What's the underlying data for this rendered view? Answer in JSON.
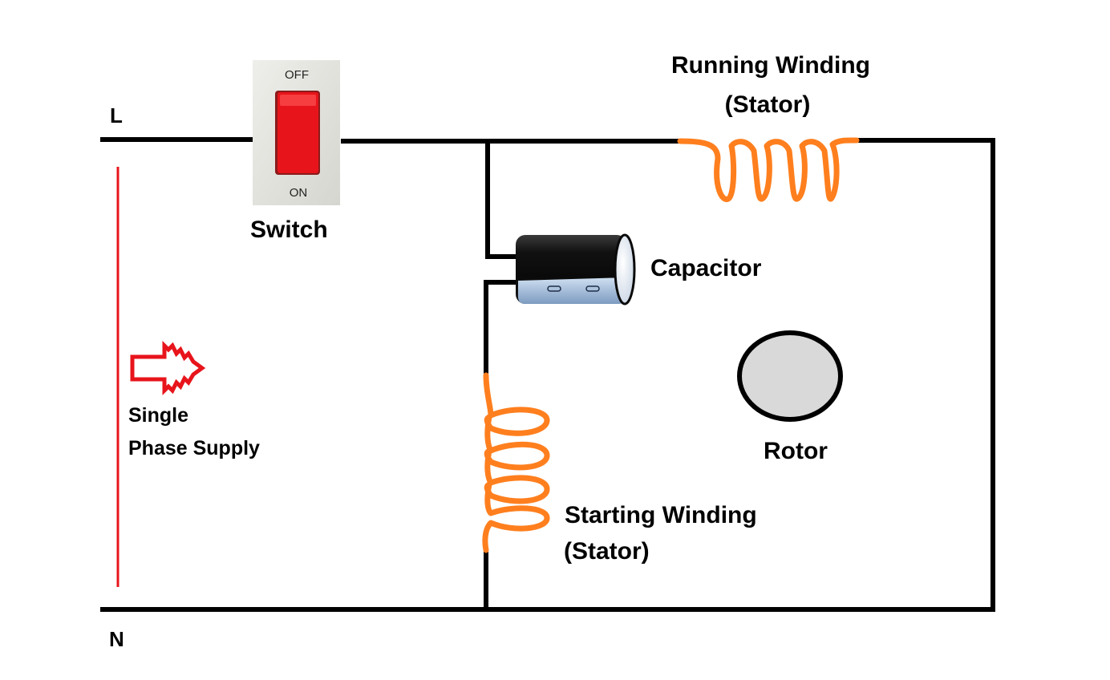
{
  "supply": {
    "line_label": "L",
    "neutral_label": "N",
    "description_line1": "Single",
    "description_line2": "Phase Supply"
  },
  "switch": {
    "label": "Switch",
    "off_text": "OFF",
    "on_text": "ON",
    "rocker_color": "#e8141b"
  },
  "running_winding": {
    "line1": "Running Winding",
    "line2": "(Stator)"
  },
  "capacitor": {
    "label": "Capacitor"
  },
  "rotor": {
    "label": "Rotor"
  },
  "starting_winding": {
    "line1": "Starting Winding",
    "line2": "(Stator)"
  },
  "colors": {
    "wire": "#000000",
    "coil": "#ff7f1e",
    "arrow": "#e8141b",
    "rotor_fill": "#d9d9d9"
  }
}
